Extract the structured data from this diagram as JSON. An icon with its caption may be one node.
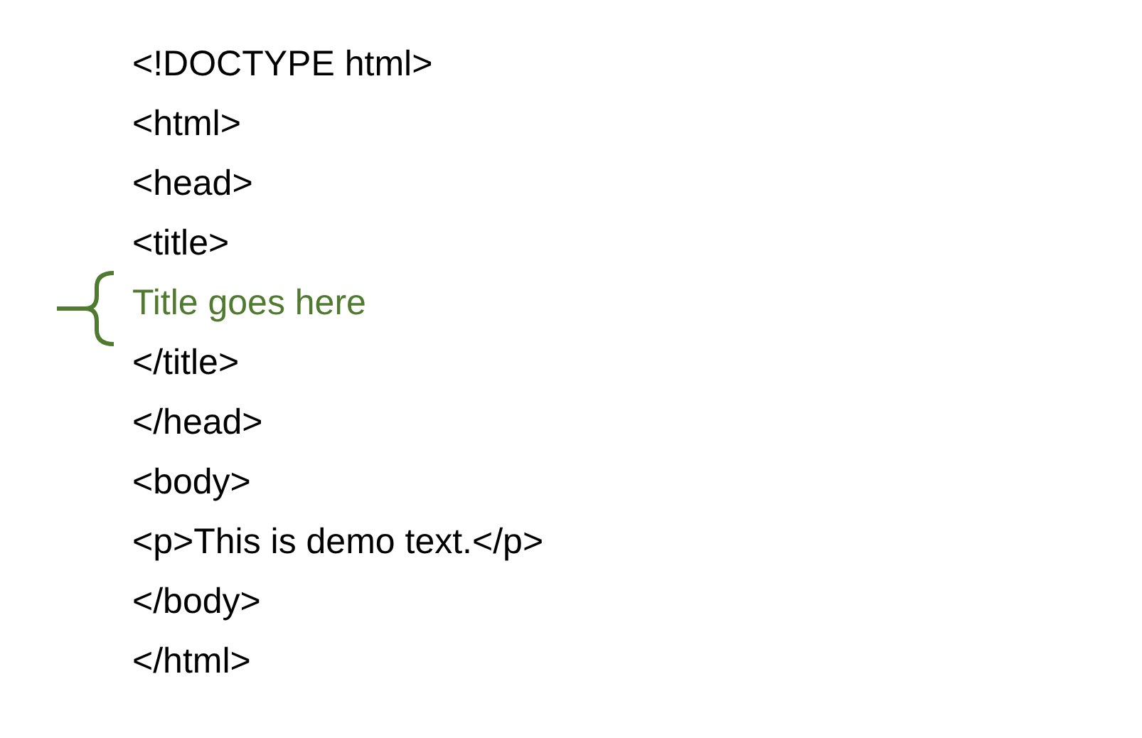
{
  "diagram": {
    "labels": [
      "<!DOCTYPE html>",
      "<html>",
      "<head>",
      "<title>",
      "Title goes here",
      "</title>",
      "</head>",
      "<body>",
      "<p>This is demo text.</p>",
      "</body>",
      "</html>"
    ]
  }
}
